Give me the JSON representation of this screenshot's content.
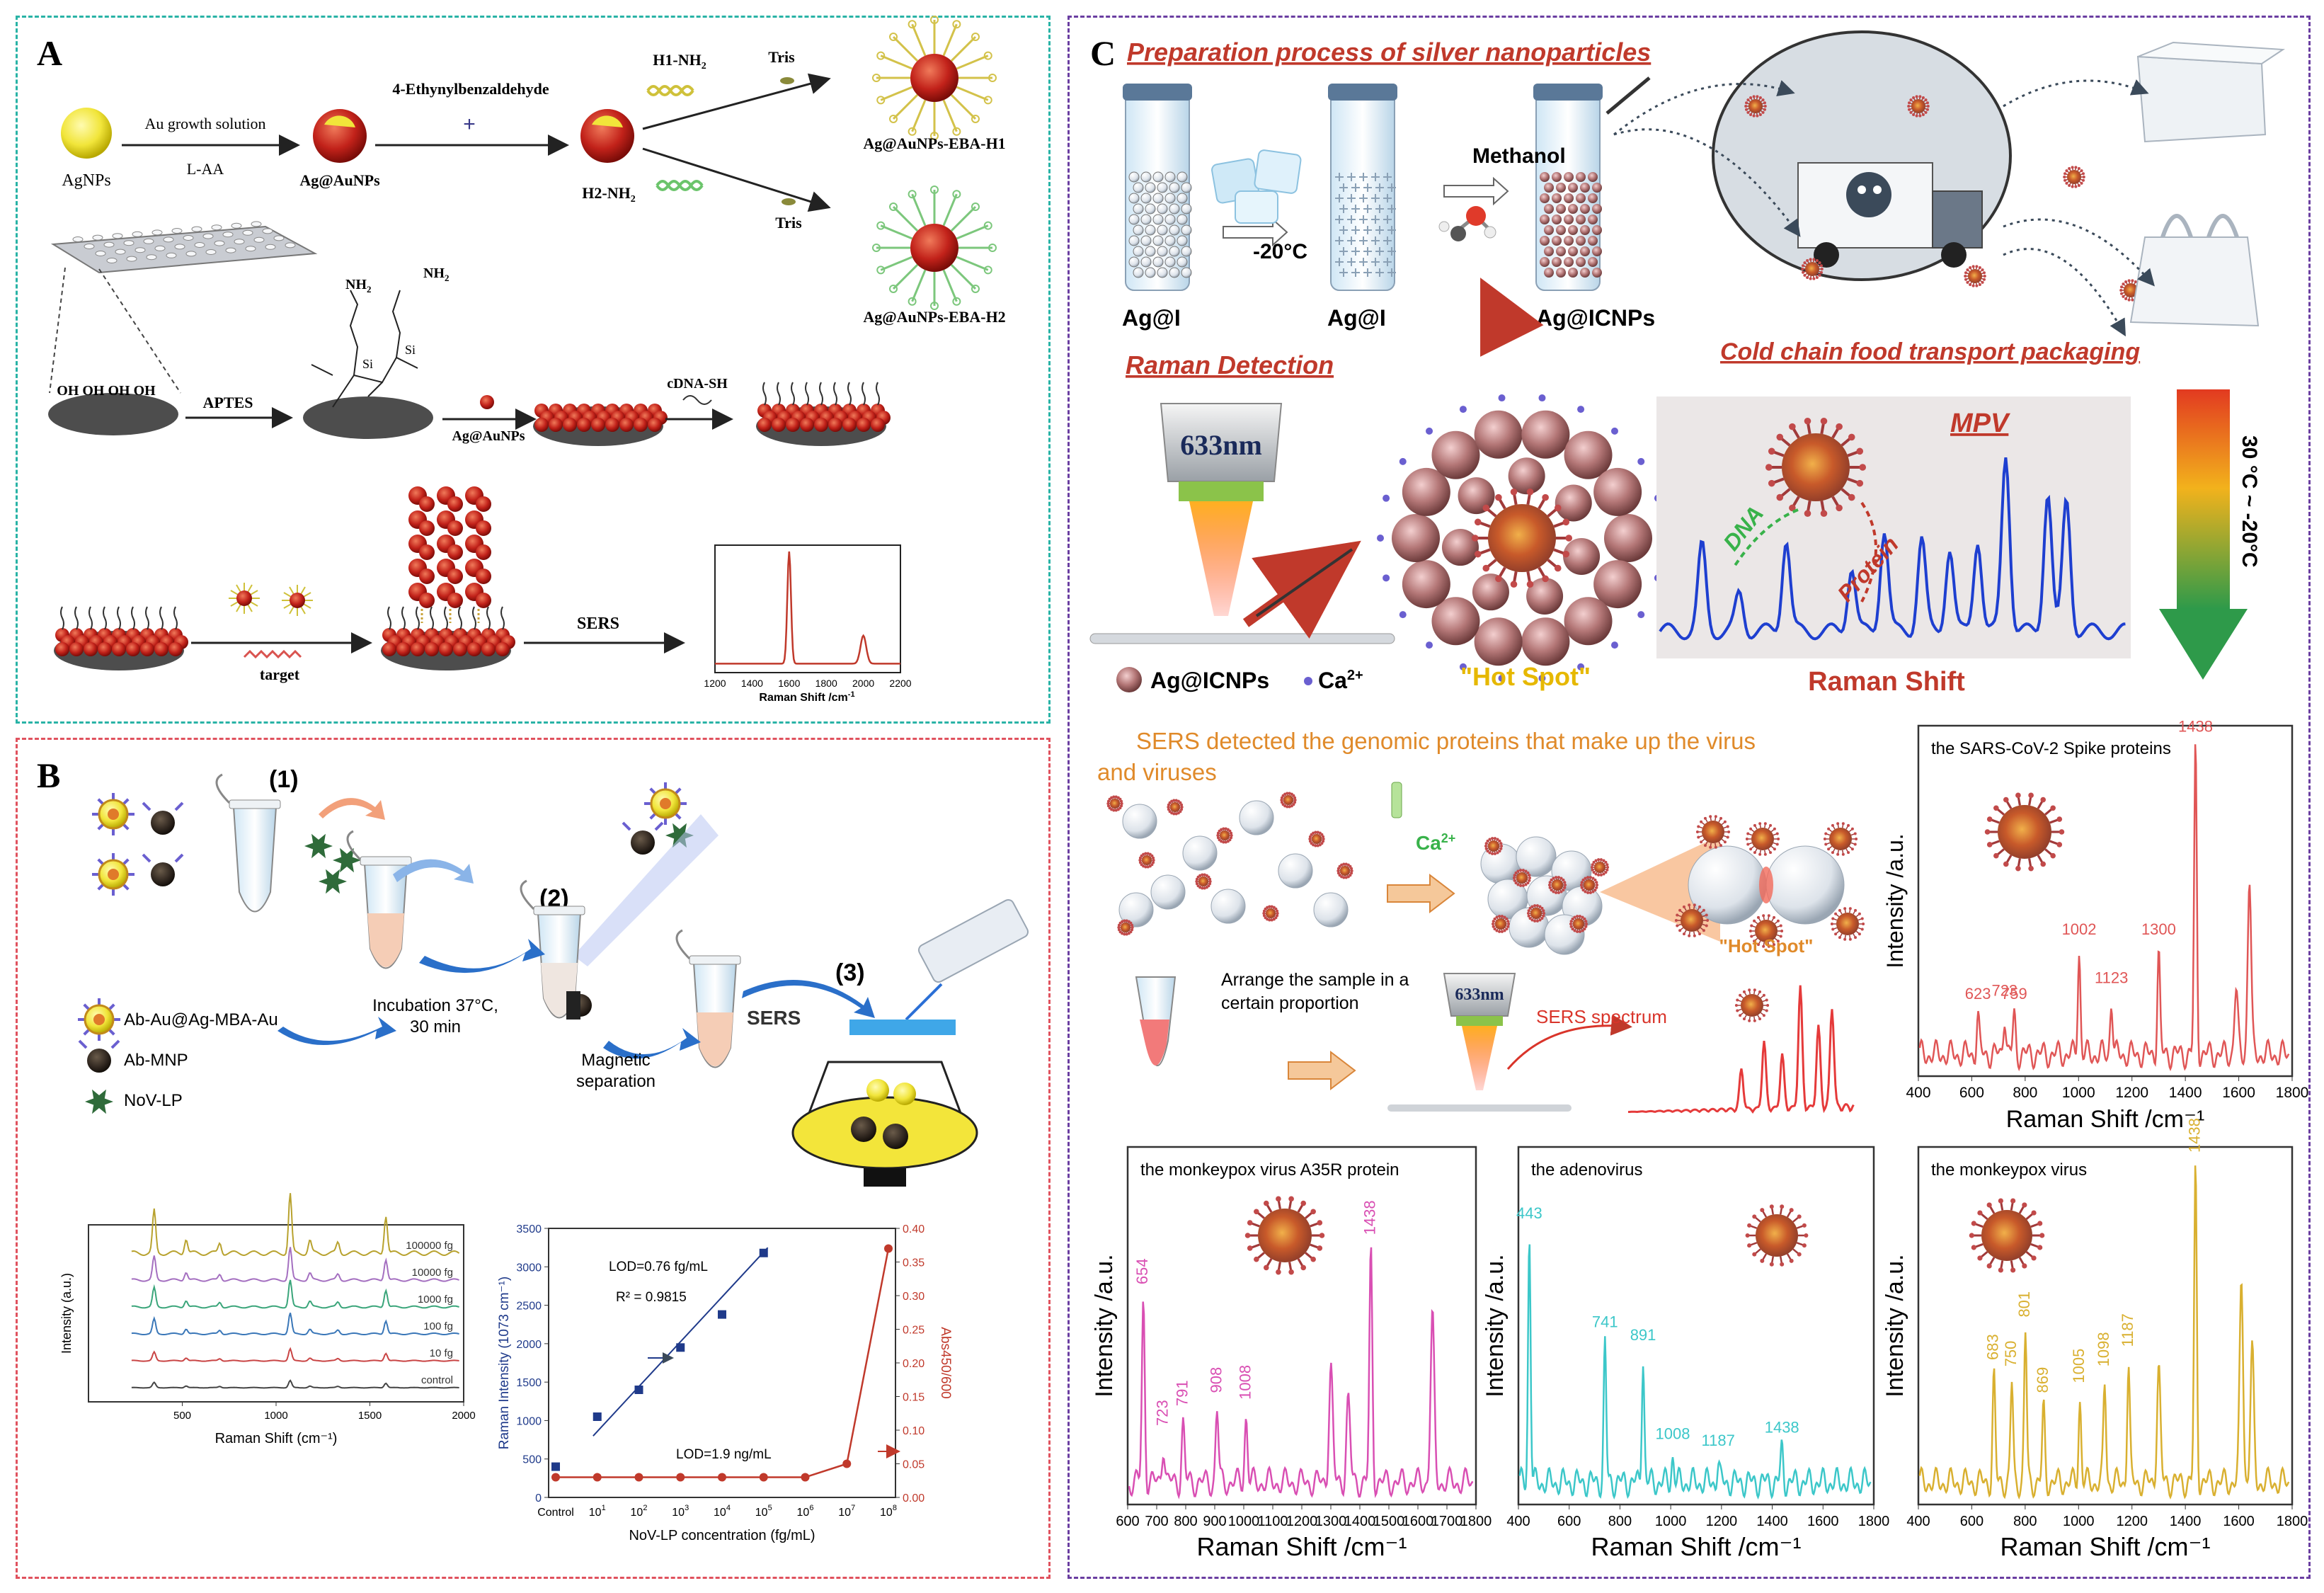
{
  "panels": {
    "A": {
      "letter": "A",
      "ag_nps": "AgNPs",
      "au_growth": "Au growth solution",
      "l_aa": "L-AA",
      "ag_au_nps": "Ag@AuNPs",
      "ethynyl": "4-Ethynylbenzaldehyde",
      "plus": "+",
      "h1_nh2": "H1-NH",
      "h2_nh2": "H2-NH",
      "sub2": "2",
      "tris": "Tris",
      "product_h1": "Ag@AuNPs-EBA-H1",
      "product_h2": "Ag@AuNPs-EBA-H2",
      "nh2": "NH",
      "ohs": "OH OH OH OH",
      "aptes": "APTES",
      "cdna_sh": "cDNA-SH",
      "ag_au_nps2": "Ag@AuNPs",
      "target": "target",
      "sers": "SERS",
      "spectrum_xlabel": "Raman Shift /cm",
      "spectrum_sup": "-1",
      "spectrum_ticks": [
        "1200",
        "1400",
        "1600",
        "1800",
        "2000",
        "2200"
      ]
    },
    "B": {
      "letter": "B",
      "step1": "(1)",
      "step2": "(2)",
      "step3": "(3)",
      "incubation": "Incubation 37°C,",
      "incubation2": "30 min",
      "magnetic": "Magnetic",
      "separation": "separation",
      "sers": "SERS",
      "legend_probe": "Ab-Au@Ag-MBA-Au",
      "legend_mnp": "Ab-MNP",
      "legend_target": "NoV-LP"
    },
    "C": {
      "letter": "C",
      "prep_title": "Preparation process of silver nanoparticles",
      "minus20": "-20°C",
      "methanol": "Methanol",
      "ag_i_1": "Ag@I",
      "ag_i_2": "Ag@I",
      "ag_icnps": "Ag@ICNPs",
      "raman_detection": "Raman Detection",
      "cold_chain": "Cold chain food transport packaging",
      "laser": "633nm",
      "ca2": "Ca",
      "ca_sup": "2+",
      "mpv": "MPV",
      "dna": "DNA",
      "protein": "Protein",
      "temp_range": "30 °C ~ -20°C",
      "legend_icnps": "Ag@ICNPs",
      "legend_ca": "Ca",
      "hot_spot": "\"Hot Spot\"",
      "raman_shift": "Raman Shift",
      "sers_detected": "SERS detected the genomic proteins that make up the virus",
      "and_viruses": "and viruses",
      "hot_spot2": "\"Hot Spot\"",
      "arrange": "Arrange the sample in a",
      "arrange2": "certain proportion",
      "laser2": "633nm",
      "sers_spectrum": "SERS spectrum"
    }
  },
  "chart_data": [
    {
      "type": "line",
      "title": "",
      "xlabel": "Raman Shift (cm⁻¹)",
      "ylabel": "Intensity (a.u.)",
      "xlim": [
        0,
        2000
      ],
      "x_ticks": [
        "500",
        "1000",
        "1500",
        "2000"
      ],
      "series": [
        {
          "name": "100000 fg",
          "color": "#b8a22e"
        },
        {
          "name": "10000 fg",
          "color": "#a46fc0"
        },
        {
          "name": "1000 fg",
          "color": "#3aa57a"
        },
        {
          "name": "100 fg",
          "color": "#3a77b8"
        },
        {
          "name": "10 fg",
          "color": "#c94444"
        },
        {
          "name": "control",
          "color": "#444444"
        }
      ]
    },
    {
      "type": "scatter",
      "title": "",
      "xlabel": "NoV-LP concentration (fg/mL)",
      "ylabel": "Raman Intensity (1073 cm⁻¹)",
      "ylabel2": "Abs450/600",
      "ylim": [
        0,
        3500
      ],
      "y2lim": [
        0,
        0.4
      ],
      "y_ticks": [
        "0",
        "500",
        "1000",
        "1500",
        "2000",
        "2500",
        "3000",
        "3500"
      ],
      "y2_ticks": [
        "0.00",
        "0.05",
        "0.10",
        "0.15",
        "0.20",
        "0.25",
        "0.30",
        "0.35",
        "0.40"
      ],
      "x_ticks": [
        "Control",
        "10",
        "10",
        "10",
        "10",
        "10",
        "10",
        "10",
        "10"
      ],
      "x_exp": [
        "",
        "1",
        "2",
        "3",
        "4",
        "5",
        "6",
        "7",
        "8"
      ],
      "annotations": [
        "LOD=0.76 fg/mL",
        "R² = 0.9815",
        "LOD=1.9 ng/mL"
      ],
      "raman_points": [
        [
          0,
          400
        ],
        [
          1,
          1050
        ],
        [
          2,
          1400
        ],
        [
          3,
          1950
        ],
        [
          4,
          2380
        ],
        [
          5,
          3180
        ]
      ],
      "abs_points": [
        [
          0,
          0.03
        ],
        [
          1,
          0.03
        ],
        [
          2,
          0.03
        ],
        [
          3,
          0.03
        ],
        [
          4,
          0.03
        ],
        [
          5,
          0.03
        ],
        [
          6,
          0.03
        ],
        [
          7,
          0.05
        ],
        [
          8,
          0.37
        ]
      ]
    },
    {
      "type": "line",
      "title": "the SARS-CoV-2 Spike proteins",
      "xlabel": "Raman Shift /cm⁻¹",
      "ylabel": "Intensity /a.u.",
      "xlim": [
        400,
        1800
      ],
      "x_ticks": [
        "400",
        "600",
        "800",
        "1000",
        "1200",
        "1400",
        "1600",
        "1800"
      ],
      "peaks": [
        623,
        723,
        759,
        1002,
        1123,
        1300,
        1438
      ],
      "color": "#e05656"
    },
    {
      "type": "line",
      "title": "the monkeypox virus A35R protein",
      "xlabel": "Raman Shift /cm⁻¹",
      "ylabel": "Intensity /a.u.",
      "xlim": [
        600,
        1800
      ],
      "x_ticks": [
        "600",
        "700",
        "800",
        "900",
        "1000",
        "1100",
        "1200",
        "1300",
        "1400",
        "1500",
        "1600",
        "1700",
        "1800"
      ],
      "peaks": [
        654,
        723,
        791,
        908,
        1008,
        1438
      ],
      "color": "#d94fb3"
    },
    {
      "type": "line",
      "title": "the adenovirus",
      "xlabel": "Raman Shift /cm⁻¹",
      "ylabel": "Intensity /a.u.",
      "xlim": [
        400,
        1800
      ],
      "x_ticks": [
        "400",
        "600",
        "800",
        "1000",
        "1200",
        "1400",
        "1600",
        "1800"
      ],
      "peaks": [
        443,
        741,
        891,
        1008,
        1187,
        1438
      ],
      "color": "#3cc7c9"
    },
    {
      "type": "line",
      "title": "the monkeypox virus",
      "xlabel": "Raman Shift /cm⁻¹",
      "ylabel": "Intensity /a.u.",
      "xlim": [
        400,
        1800
      ],
      "x_ticks": [
        "400",
        "600",
        "800",
        "1000",
        "1200",
        "1400",
        "1600",
        "1800"
      ],
      "peaks": [
        683,
        750,
        801,
        869,
        1005,
        1098,
        1187,
        1438
      ],
      "color": "#d9b030"
    }
  ]
}
